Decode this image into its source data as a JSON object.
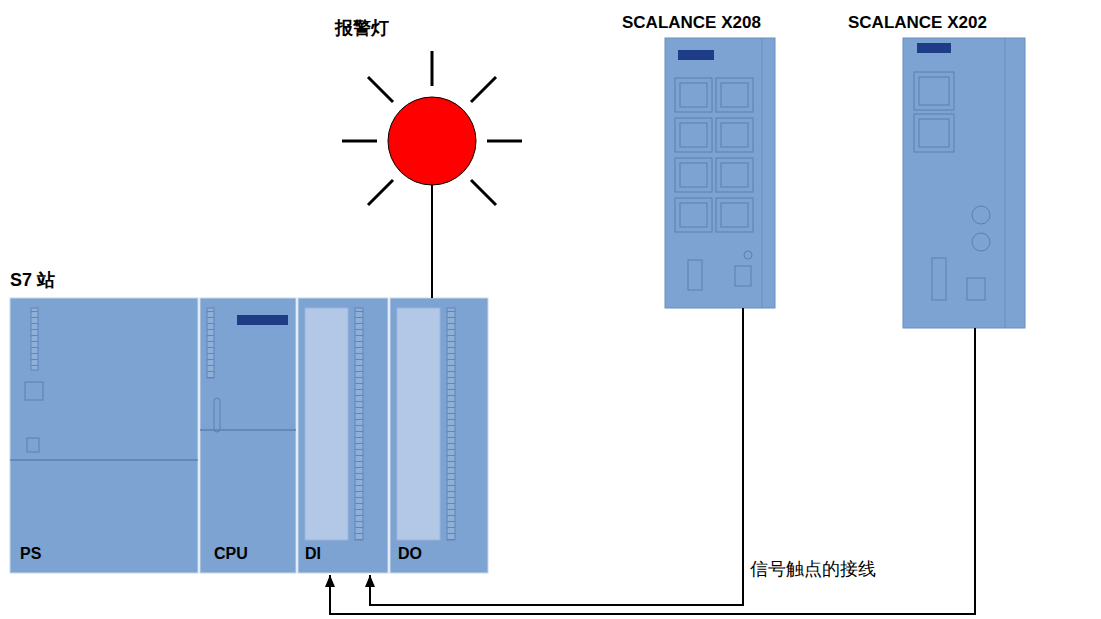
{
  "diagram": {
    "nodes": [
      {
        "text": [
          "S7 站"
        ]
      },
      {
        "text": [
          "PS"
        ],
        "in": 0
      },
      {
        "text": [
          "CPU"
        ],
        "in": 0
      },
      {
        "text": [
          "DI"
        ],
        "in": 0
      },
      {
        "text": [
          "DO"
        ],
        "in": 0
      },
      {
        "text": [
          "报警灯"
        ]
      },
      {
        "text": [
          "SCALANCE X208"
        ]
      },
      {
        "text": [
          "SCALANCE X202"
        ]
      }
    ],
    "edges": [
      {
        "from": 4,
        "to": 5,
        "arrow": "none"
      },
      {
        "from": 6,
        "to": 3,
        "arrow": "to"
      },
      {
        "from": 7,
        "to": 3,
        "arrow": "to"
      }
    ],
    "labels": [
      "信号触点的接线"
    ]
  }
}
